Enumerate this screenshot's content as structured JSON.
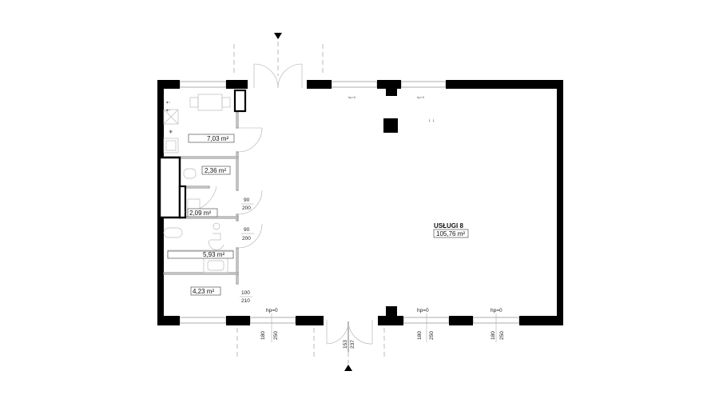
{
  "plan": {
    "main_room": {
      "name": "USŁUGI 8",
      "area": "105,76 m²"
    },
    "rooms": [
      {
        "area": "7,03 m²"
      },
      {
        "area": "2,36 m²"
      },
      {
        "area": "2,09 m²"
      },
      {
        "area": "5,93 m²"
      },
      {
        "area": "4,23 m²"
      }
    ],
    "doors": [
      {
        "width": "90",
        "height": "200"
      },
      {
        "width": "90",
        "height": "200"
      },
      {
        "width": "100",
        "height": "210"
      },
      {
        "width": "153",
        "height": "237"
      }
    ],
    "windows_bottom": [
      {
        "sill": "hp=0",
        "width": "180",
        "height": "250"
      },
      {
        "sill": "hp=0",
        "width": "180",
        "height": "250"
      },
      {
        "sill": "hp=0",
        "width": "180",
        "height": "250"
      }
    ],
    "windows_top": [
      {
        "sill": "hp=0"
      },
      {
        "sill": "hp=0"
      }
    ]
  }
}
